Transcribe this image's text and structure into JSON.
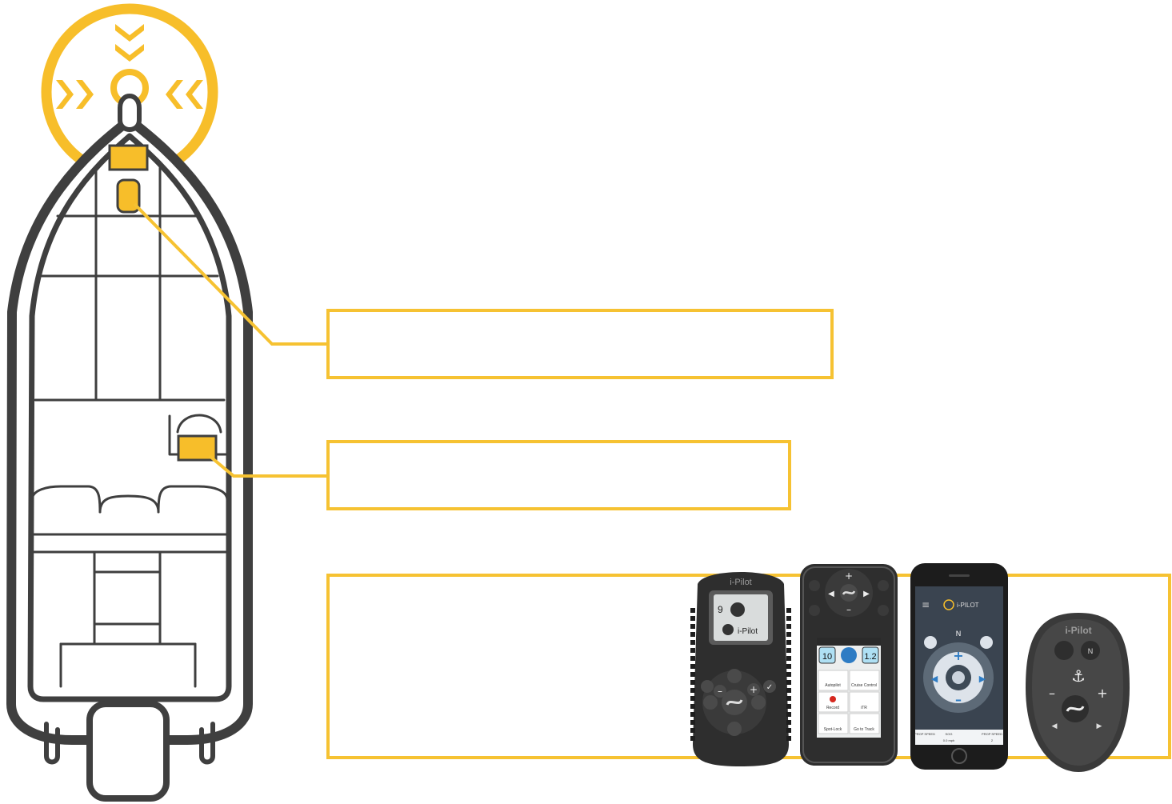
{
  "colors": {
    "accent": "#F7BE2A",
    "outline": "#3F3F3F",
    "callout_border": "#F6C232",
    "remote_body": "#2E2E2E",
    "phone_screen": "#3A4450",
    "button_blue": "#2E7CC4"
  },
  "callouts": [
    {
      "id": "bow-sensor",
      "text": ""
    },
    {
      "id": "console-sensor",
      "text": ""
    },
    {
      "id": "remotes",
      "text": ""
    }
  ],
  "remote_1": {
    "brand": "i-Pilot",
    "screen_left_value": "9",
    "logo_text": "i-Pilot",
    "icons": [
      "home-icon",
      "minus-icon",
      "plus-icon",
      "check-icon",
      "anchor-icon",
      "arrow-left-icon",
      "arrow-right-icon",
      "spotlock-icon"
    ]
  },
  "remote_2": {
    "screen_values": [
      "10",
      "1.2"
    ],
    "menu_items": [
      "Autopilot",
      "Cruise Control",
      "Record",
      "iTR",
      "Spot-Lock",
      "Go to Track"
    ],
    "icons": [
      "plus-icon",
      "minus-icon",
      "arrow-left-icon",
      "arrow-right-icon",
      "anchor-icon",
      "home-icon",
      "hand-icon",
      "check-icon"
    ]
  },
  "phone": {
    "app_name": "i-PILOT",
    "heading_label": "N",
    "footer_labels": [
      "PROP SPEED",
      "SOG",
      "PROP SPEED"
    ],
    "footer_values": [
      "",
      "0.0 mph",
      "2"
    ],
    "icons": [
      "menu-icon",
      "anchor-icon",
      "plus-icon",
      "minus-icon",
      "arrow-left-icon",
      "arrow-right-icon",
      "compass-icon"
    ]
  },
  "micro_remote": {
    "brand": "i-Pilot",
    "heading_label": "N",
    "icons": [
      "compass-icon",
      "anchor-icon",
      "plus-icon",
      "minus-icon",
      "arrow-left-icon",
      "arrow-right-icon",
      "autopilot-icon"
    ]
  }
}
